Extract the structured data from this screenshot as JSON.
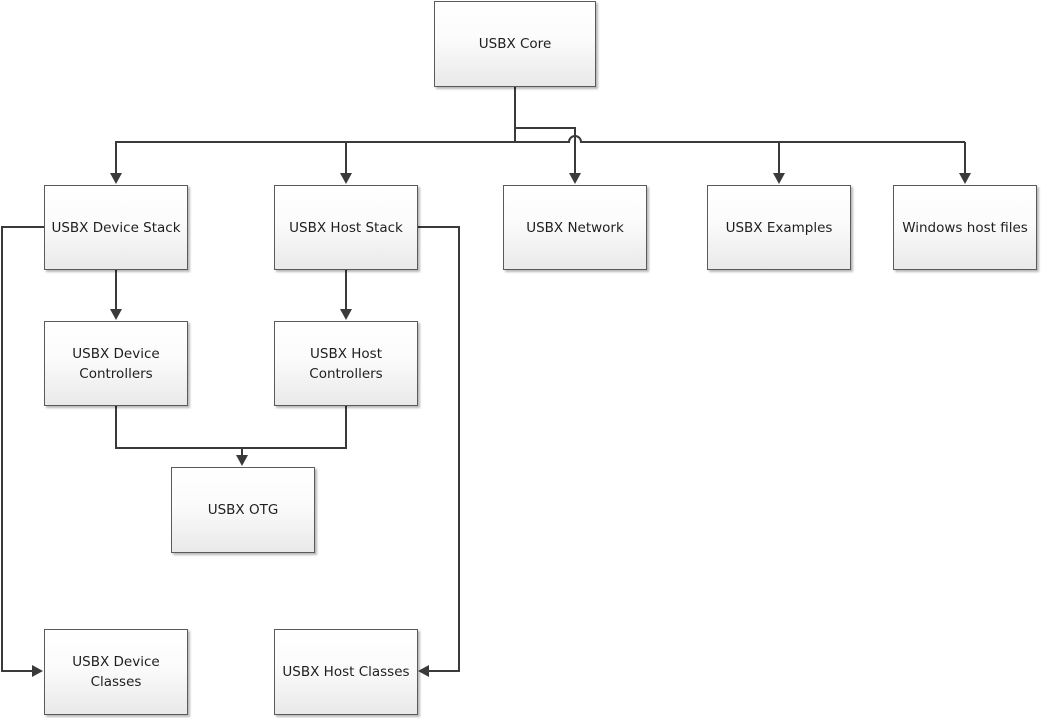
{
  "diagram": {
    "nodes": {
      "usbx_core": "USBX Core",
      "device_stack": "USBX Device Stack",
      "host_stack": "USBX Host Stack",
      "network": "USBX Network",
      "examples": "USBX Examples",
      "windows_host_files": "Windows host files",
      "device_controllers": "USBX Device Controllers",
      "host_controllers": "USBX Host Controllers",
      "otg": "USBX OTG",
      "device_classes": "USBX Device Classes",
      "host_classes": "USBX Host Classes"
    },
    "edges": [
      {
        "from": "usbx_core",
        "to": "device_stack"
      },
      {
        "from": "usbx_core",
        "to": "host_stack"
      },
      {
        "from": "usbx_core",
        "to": "network"
      },
      {
        "from": "usbx_core",
        "to": "examples"
      },
      {
        "from": "usbx_core",
        "to": "windows_host_files"
      },
      {
        "from": "device_stack",
        "to": "device_controllers"
      },
      {
        "from": "host_stack",
        "to": "host_controllers"
      },
      {
        "from": "device_controllers",
        "to": "otg"
      },
      {
        "from": "host_controllers",
        "to": "otg"
      },
      {
        "from": "device_stack",
        "to": "device_classes"
      },
      {
        "from": "host_stack",
        "to": "host_classes"
      }
    ]
  },
  "colors": {
    "line": "#3a3a3a",
    "box_border": "#5a5a5a",
    "box_fill_top": "#ffffff",
    "box_fill_bottom": "#e9e9e9",
    "text": "#1e1e1e"
  }
}
